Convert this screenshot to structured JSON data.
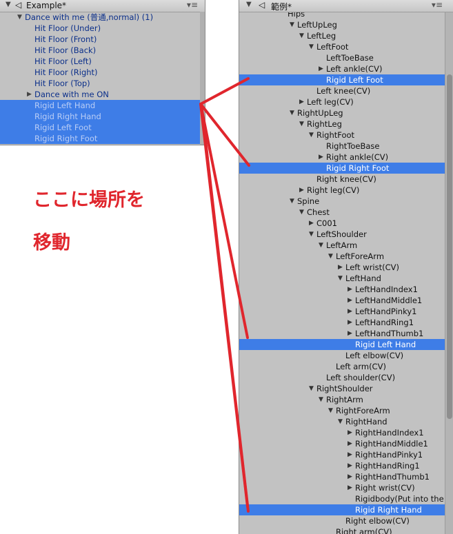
{
  "left": {
    "title": "Example*",
    "rows": [
      {
        "label": "Dance with me (普通,normal) (1)",
        "depth": 0,
        "arrow": "down",
        "selected": false
      },
      {
        "label": "Hit Floor (Under)",
        "depth": 1,
        "arrow": "",
        "selected": false
      },
      {
        "label": "Hit Floor (Front)",
        "depth": 1,
        "arrow": "",
        "selected": false
      },
      {
        "label": "Hit Floor (Back)",
        "depth": 1,
        "arrow": "",
        "selected": false
      },
      {
        "label": "Hit Floor (Left)",
        "depth": 1,
        "arrow": "",
        "selected": false
      },
      {
        "label": "Hit Floor (Right)",
        "depth": 1,
        "arrow": "",
        "selected": false
      },
      {
        "label": "Hit Floor (Top)",
        "depth": 1,
        "arrow": "",
        "selected": false
      },
      {
        "label": "Dance with me ON",
        "depth": 1,
        "arrow": "right",
        "selected": false
      },
      {
        "label": "Rigid Left Hand",
        "depth": 1,
        "arrow": "",
        "selected": true
      },
      {
        "label": "Rigid Right Hand",
        "depth": 1,
        "arrow": "",
        "selected": true
      },
      {
        "label": "Rigid Left Foot",
        "depth": 1,
        "arrow": "",
        "selected": true
      },
      {
        "label": "Rigid Right Foot",
        "depth": 1,
        "arrow": "",
        "selected": true
      }
    ]
  },
  "right": {
    "title": "範例*",
    "rows": [
      {
        "label": "Hips",
        "depth": 1,
        "arrow": "",
        "selected": false
      },
      {
        "label": "LeftUpLeg",
        "depth": 2,
        "arrow": "down",
        "selected": false
      },
      {
        "label": "LeftLeg",
        "depth": 3,
        "arrow": "down",
        "selected": false
      },
      {
        "label": "LeftFoot",
        "depth": 4,
        "arrow": "down",
        "selected": false
      },
      {
        "label": "LeftToeBase",
        "depth": 5,
        "arrow": "",
        "selected": false
      },
      {
        "label": "Left ankle(CV)",
        "depth": 5,
        "arrow": "right",
        "selected": false
      },
      {
        "label": "Rigid Left Foot",
        "depth": 5,
        "arrow": "",
        "selected": true
      },
      {
        "label": "Left knee(CV)",
        "depth": 4,
        "arrow": "",
        "selected": false
      },
      {
        "label": "Left leg(CV)",
        "depth": 3,
        "arrow": "right",
        "selected": false
      },
      {
        "label": "RightUpLeg",
        "depth": 2,
        "arrow": "down",
        "selected": false
      },
      {
        "label": "RightLeg",
        "depth": 3,
        "arrow": "down",
        "selected": false
      },
      {
        "label": "RightFoot",
        "depth": 4,
        "arrow": "down",
        "selected": false
      },
      {
        "label": "RightToeBase",
        "depth": 5,
        "arrow": "",
        "selected": false
      },
      {
        "label": "Right ankle(CV)",
        "depth": 5,
        "arrow": "right",
        "selected": false
      },
      {
        "label": "Rigid Right Foot",
        "depth": 5,
        "arrow": "",
        "selected": true
      },
      {
        "label": "Right knee(CV)",
        "depth": 4,
        "arrow": "",
        "selected": false
      },
      {
        "label": "Right leg(CV)",
        "depth": 3,
        "arrow": "right",
        "selected": false
      },
      {
        "label": "Spine",
        "depth": 2,
        "arrow": "down",
        "selected": false
      },
      {
        "label": "Chest",
        "depth": 3,
        "arrow": "down",
        "selected": false
      },
      {
        "label": "C001",
        "depth": 4,
        "arrow": "right",
        "selected": false
      },
      {
        "label": "LeftShoulder",
        "depth": 4,
        "arrow": "down",
        "selected": false
      },
      {
        "label": "LeftArm",
        "depth": 5,
        "arrow": "down",
        "selected": false
      },
      {
        "label": "LeftForeArm",
        "depth": 6,
        "arrow": "down",
        "selected": false
      },
      {
        "label": "Left wrist(CV)",
        "depth": 7,
        "arrow": "right",
        "selected": false
      },
      {
        "label": "LeftHand",
        "depth": 7,
        "arrow": "down",
        "selected": false
      },
      {
        "label": "LeftHandIndex1",
        "depth": 8,
        "arrow": "right",
        "selected": false
      },
      {
        "label": "LeftHandMiddle1",
        "depth": 8,
        "arrow": "right",
        "selected": false
      },
      {
        "label": "LeftHandPinky1",
        "depth": 8,
        "arrow": "right",
        "selected": false
      },
      {
        "label": "LeftHandRing1",
        "depth": 8,
        "arrow": "right",
        "selected": false
      },
      {
        "label": "LeftHandThumb1",
        "depth": 8,
        "arrow": "right",
        "selected": false
      },
      {
        "label": "Rigid Left Hand",
        "depth": 8,
        "arrow": "",
        "selected": true
      },
      {
        "label": "Left elbow(CV)",
        "depth": 7,
        "arrow": "",
        "selected": false
      },
      {
        "label": "Left arm(CV)",
        "depth": 6,
        "arrow": "",
        "selected": false
      },
      {
        "label": "Left shoulder(CV)",
        "depth": 5,
        "arrow": "",
        "selected": false
      },
      {
        "label": "RightShoulder",
        "depth": 4,
        "arrow": "down",
        "selected": false
      },
      {
        "label": "RightArm",
        "depth": 5,
        "arrow": "down",
        "selected": false
      },
      {
        "label": "RightForeArm",
        "depth": 6,
        "arrow": "down",
        "selected": false
      },
      {
        "label": "RightHand",
        "depth": 7,
        "arrow": "down",
        "selected": false
      },
      {
        "label": "RightHandIndex1",
        "depth": 8,
        "arrow": "right",
        "selected": false
      },
      {
        "label": "RightHandMiddle1",
        "depth": 8,
        "arrow": "right",
        "selected": false
      },
      {
        "label": "RightHandPinky1",
        "depth": 8,
        "arrow": "right",
        "selected": false
      },
      {
        "label": "RightHandRing1",
        "depth": 8,
        "arrow": "right",
        "selected": false
      },
      {
        "label": "RightHandThumb1",
        "depth": 8,
        "arrow": "right",
        "selected": false
      },
      {
        "label": "Right wrist(CV)",
        "depth": 8,
        "arrow": "right",
        "selected": false
      },
      {
        "label": "Rigidbody(Put into the",
        "depth": 8,
        "arrow": "",
        "selected": false
      },
      {
        "label": "Rigid Right Hand",
        "depth": 8,
        "arrow": "",
        "selected": true
      },
      {
        "label": "Right elbow(CV)",
        "depth": 7,
        "arrow": "",
        "selected": false
      },
      {
        "label": "Right arm(CV)",
        "depth": 6,
        "arrow": "",
        "selected": false
      }
    ]
  },
  "callout": {
    "line1": "ここに場所を",
    "line2": "移動"
  },
  "colors": {
    "selection": "#3e7de7",
    "callout": "#e0262d",
    "panel_bg": "#c2c2c2"
  }
}
